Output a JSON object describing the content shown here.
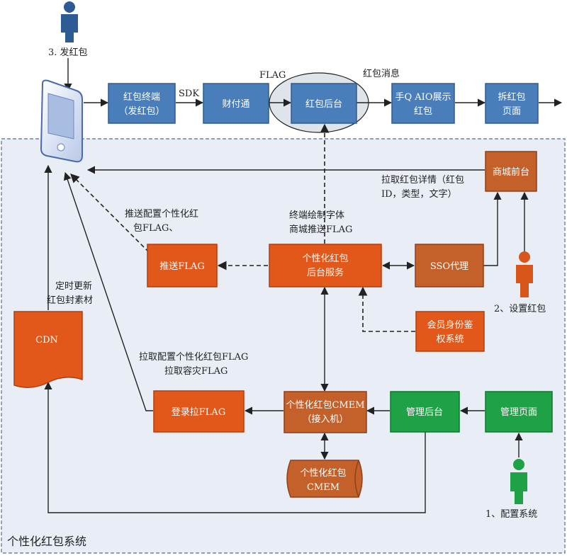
{
  "diagram": {
    "system_label": "个性化红包系统",
    "actors": {
      "send": "3. 发红包",
      "set": "2、设置红包",
      "config": "1、配置系统"
    },
    "top_flow": {
      "terminal": [
        "红包终端",
        "（发红包）"
      ],
      "pay": "财付通",
      "backend": "红包后台",
      "display": [
        "手Q AIO展示",
        "红包"
      ],
      "open_page": [
        "拆红包",
        "页面"
      ]
    },
    "edge_labels": {
      "sdk": "SDK",
      "flag": "FLAG",
      "msg": "红包消息",
      "pull_detail": [
        "拉取红包详情（红包",
        "ID，类型，文字）"
      ],
      "push_config": [
        "推送配置个性化红",
        "包FLAG、"
      ],
      "render_font": [
        "终端绘制字体",
        "商城推送FLAG"
      ],
      "cdn_update": [
        "定时更新",
        "红包封素材"
      ],
      "pull_config": [
        "拉取配置个性化红包FLAG",
        "拉取容灾FLAG"
      ]
    },
    "nodes": {
      "mall_front": "商城前台",
      "service": [
        "个性化红包",
        "后台服务"
      ],
      "push_flag": "推送FLAG",
      "sso": "SSO代理",
      "auth": [
        "会员身份鉴",
        "权系统"
      ],
      "cdn": "CDN",
      "login_pull": "登录拉FLAG",
      "cmem_access": [
        "个性化红包CMEM",
        "（接入机）"
      ],
      "mgmt_backend": "管理后台",
      "mgmt_page": "管理页面",
      "cmem_store": [
        "个性化红包",
        "CMEM"
      ]
    },
    "colors": {
      "blue": "#4a7ebb",
      "orange": "#e2581a",
      "brown": "#c4602a",
      "green": "#1fa146",
      "panel": "#e9edf6"
    }
  }
}
